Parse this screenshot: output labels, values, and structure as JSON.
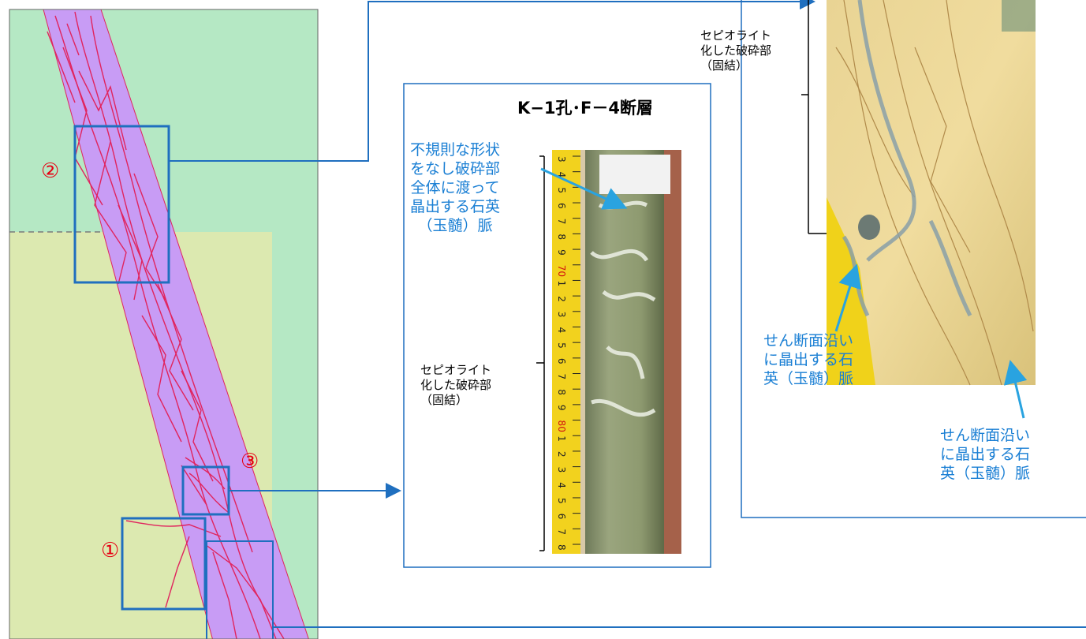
{
  "colors": {
    "fault_zone": "#c89cf5",
    "fault_vein": "#e0245e",
    "upper_rock": "#b5e8c4",
    "lower_rock": "#dce9b0",
    "frame_blue": "#1f6fbf",
    "label_red": "#e60012",
    "note_blue": "#1a7fd4"
  },
  "sketch": {
    "labels": {
      "one": "①",
      "two": "②",
      "three": "③"
    }
  },
  "photo1": {
    "title": "K−1孔･F－4断層",
    "note_vein": "不規則な形状\nをなし破砕部\n全体に渡って\n晶出する石英\n（玉髄）脈",
    "note_zone": "セピオライト\n化した破砕部\n（固結）",
    "scale_ticks": [
      "3",
      "4",
      "5",
      "6",
      "7",
      "8",
      "9",
      "70",
      "1",
      "2",
      "3",
      "4",
      "5",
      "6",
      "7",
      "8",
      "9",
      "80",
      "1",
      "2",
      "3",
      "4",
      "5",
      "6",
      "7",
      "8"
    ]
  },
  "photo2": {
    "note_zone": "セピオライト\n化した破砕部\n（固結）",
    "note_shear_a": "せん断面沿い\nに晶出する石\n英（玉髄）脈",
    "note_shear_b": "せん断面沿い\nに晶出する石\n英（玉髄）脈"
  }
}
